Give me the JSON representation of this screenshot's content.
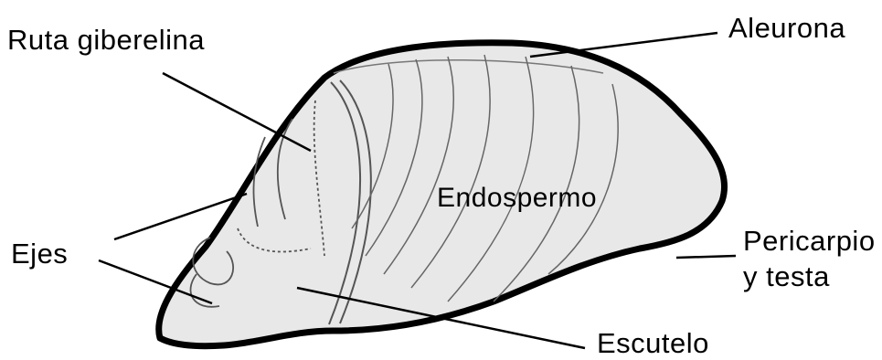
{
  "labels": {
    "ruta": "Ruta giberelina",
    "aleurona": "Aleurona",
    "endospermo": "Endospermo",
    "ejes": "Ejes",
    "pericarpio_1": "Pericarpio",
    "pericarpio_2": "y testa",
    "escutelo": "Escutelo"
  },
  "colors": {
    "background": "#ffffff",
    "seed_fill": "#e8e8e8",
    "outline": "#000000",
    "detail": "#666666"
  }
}
